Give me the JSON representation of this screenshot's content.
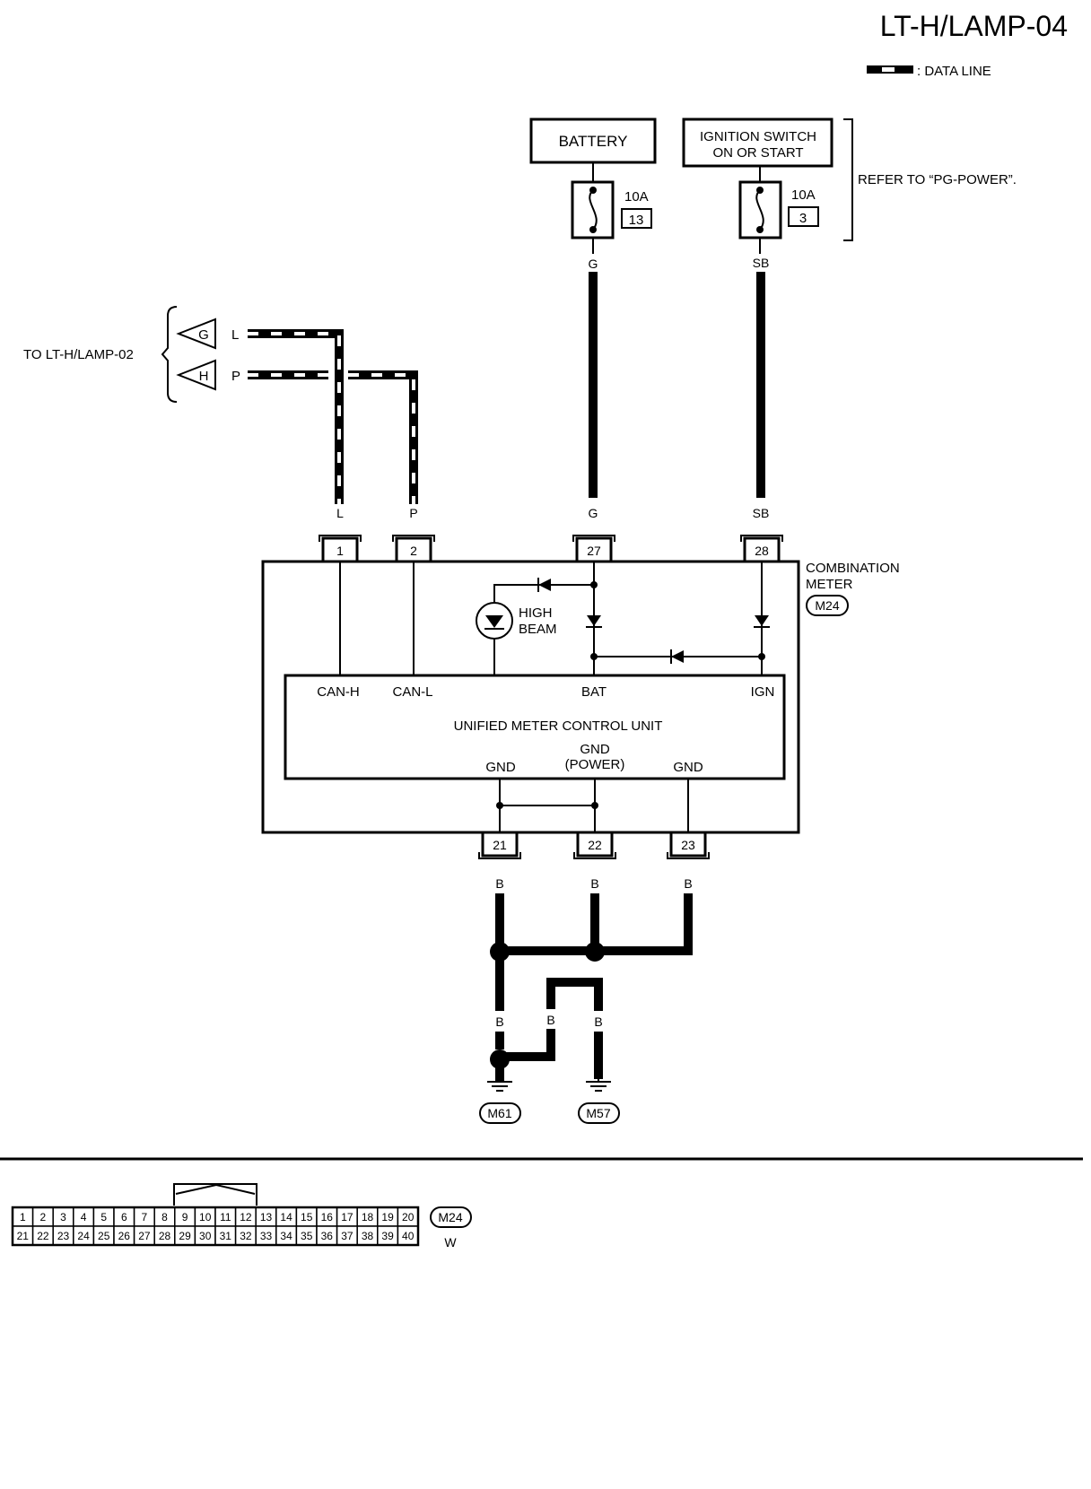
{
  "title": "LT-H/LAMP-04",
  "legend": {
    "data_line_label": ": DATA LINE"
  },
  "battery": {
    "label": "BATTERY",
    "fuse_rating": "10A",
    "fuse_number": "13",
    "wire_color": "G"
  },
  "ignition": {
    "label_line1": "IGNITION SWITCH",
    "label_line2": "ON OR START",
    "fuse_rating": "10A",
    "fuse_number": "3",
    "wire_color": "SB"
  },
  "refer_note": "REFER TO “PG-POWER”.",
  "to_page": "TO LT-H/LAMP-02",
  "connectors_to": [
    {
      "letter": "G",
      "wire": "L"
    },
    {
      "letter": "H",
      "wire": "P"
    }
  ],
  "meter": {
    "name_line1": "COMBINATION",
    "name_line2": "METER",
    "connector_id": "M24",
    "high_beam_line1": "HIGH",
    "high_beam_line2": "BEAM",
    "unit_name": "UNIFIED METER CONTROL UNIT",
    "pins_top": [
      {
        "num": "1",
        "wire": "L",
        "signal": "CAN-H"
      },
      {
        "num": "2",
        "wire": "P",
        "signal": "CAN-L"
      },
      {
        "num": "27",
        "wire": "G",
        "signal": "BAT"
      },
      {
        "num": "28",
        "wire": "SB",
        "signal": "IGN"
      }
    ],
    "pins_bottom": [
      {
        "num": "21",
        "wire": "B",
        "signal": "GND"
      },
      {
        "num": "22",
        "wire": "B",
        "signal_line1": "GND",
        "signal_line2": "(POWER)"
      },
      {
        "num": "23",
        "wire": "B",
        "signal": "GND"
      }
    ]
  },
  "ground_wires": {
    "left": "B",
    "mid": "B",
    "right": "B"
  },
  "grounds": [
    "M61",
    "M57"
  ],
  "connector_face": {
    "id": "M24",
    "color": "W",
    "row1": [
      "1",
      "2",
      "3",
      "4",
      "5",
      "6",
      "7",
      "8",
      "9",
      "10",
      "11",
      "12",
      "13",
      "14",
      "15",
      "16",
      "17",
      "18",
      "19",
      "20"
    ],
    "row2": [
      "21",
      "22",
      "23",
      "24",
      "25",
      "26",
      "27",
      "28",
      "29",
      "30",
      "31",
      "32",
      "33",
      "34",
      "35",
      "36",
      "37",
      "38",
      "39",
      "40"
    ]
  }
}
